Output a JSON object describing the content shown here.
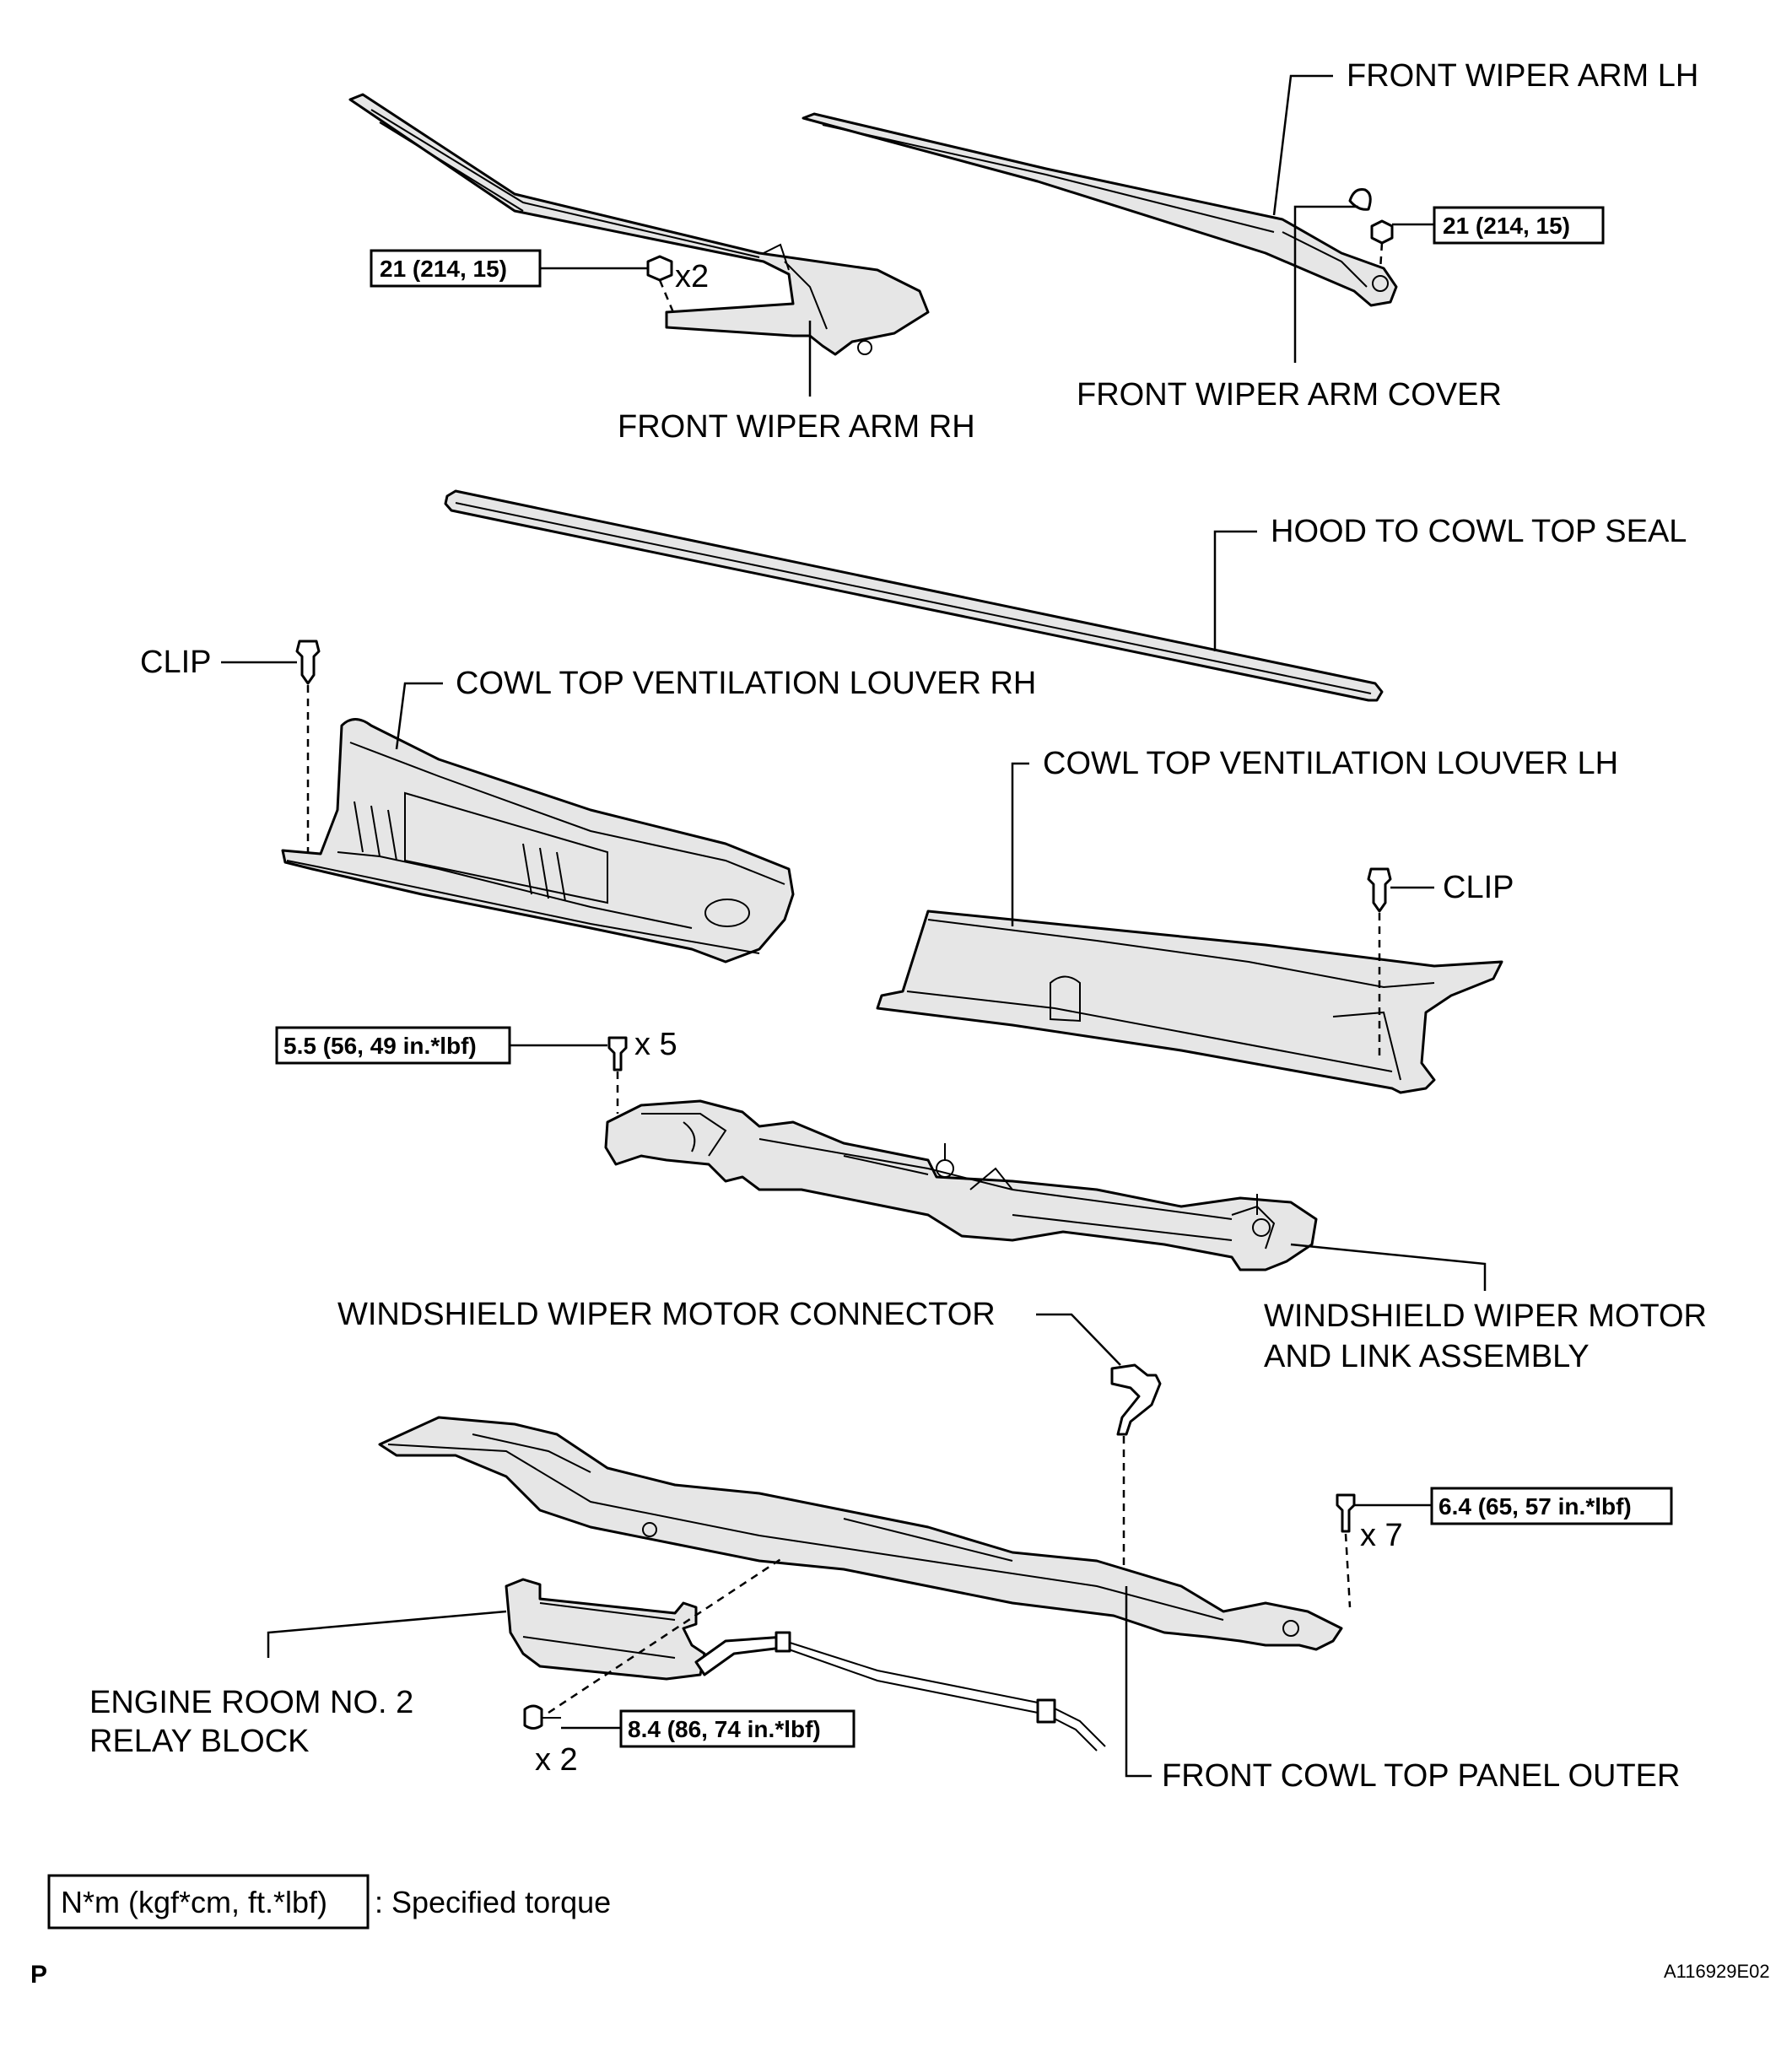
{
  "labels": {
    "front_wiper_arm_lh": "FRONT WIPER ARM LH",
    "front_wiper_arm_rh": "FRONT WIPER ARM RH",
    "front_wiper_arm_cover": "FRONT WIPER ARM COVER",
    "hood_to_cowl_top_seal": "HOOD TO COWL TOP SEAL",
    "clip_left": "CLIP",
    "clip_right": "CLIP",
    "cowl_top_louver_rh": "COWL TOP VENTILATION LOUVER RH",
    "cowl_top_louver_lh": "COWL TOP VENTILATION LOUVER LH",
    "wiper_motor_connector": "WINDSHIELD WIPER MOTOR CONNECTOR",
    "wiper_motor_link_line1": "WINDSHIELD WIPER MOTOR",
    "wiper_motor_link_line2": "AND LINK ASSEMBLY",
    "relay_block_line1": "ENGINE ROOM NO. 2",
    "relay_block_line2": "RELAY BLOCK",
    "front_cowl_top_panel_outer": "FRONT COWL TOP PANEL OUTER"
  },
  "torques": {
    "arm_rh": "21 (214,  15)",
    "arm_lh": "21 (214,  15)",
    "motor_link": "5.5 (56, 49 in.*lbf)",
    "cowl_panel": "6.4 (65, 57 in.*lbf)",
    "relay_block": "8.4 (86, 74 in.*lbf)"
  },
  "quantities": {
    "arm_rh_nuts": "x2",
    "motor_link_bolts": "x 5",
    "cowl_panel_bolts": "x 7",
    "relay_block_bolts": "x 2"
  },
  "legend": {
    "box_text": "N*m (kgf*cm, ft.*lbf)",
    "description": ": Specified torque"
  },
  "footer": {
    "page_marker": "P",
    "figure_id": "A116929E02"
  }
}
